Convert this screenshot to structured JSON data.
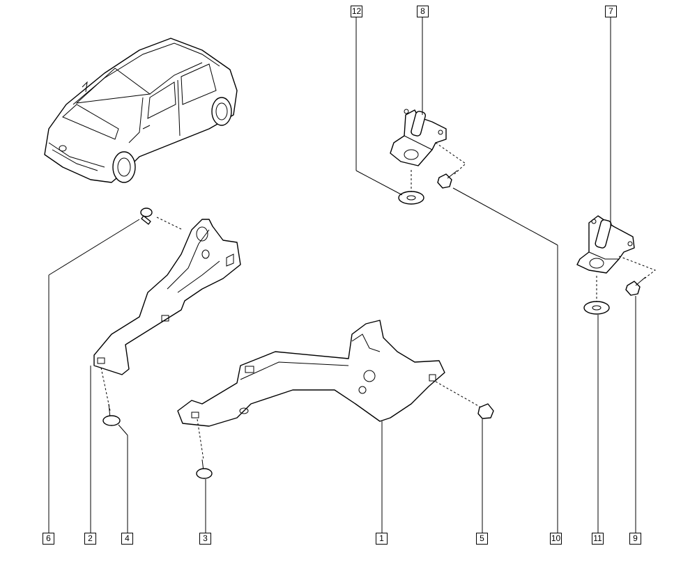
{
  "callouts": [
    {
      "id": "c12",
      "label": "12"
    },
    {
      "id": "c8",
      "label": "8"
    },
    {
      "id": "c7",
      "label": "7"
    },
    {
      "id": "c6",
      "label": "6"
    },
    {
      "id": "c2",
      "label": "2"
    },
    {
      "id": "c4",
      "label": "4"
    },
    {
      "id": "c3",
      "label": "3"
    },
    {
      "id": "c1",
      "label": "1"
    },
    {
      "id": "c5",
      "label": "5"
    },
    {
      "id": "c10",
      "label": "10"
    },
    {
      "id": "c11",
      "label": "11"
    },
    {
      "id": "c9",
      "label": "9"
    }
  ]
}
